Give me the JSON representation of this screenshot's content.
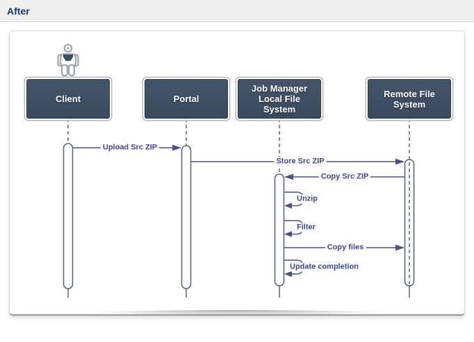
{
  "header": {
    "title": "After"
  },
  "colors": {
    "title_text": "#173a69",
    "box_fill": "#3c4c60",
    "box_text": "#ffffff",
    "message_line": "#63689d",
    "message_arrowhead": "#4b5190",
    "message_text": "#3d45a5",
    "lifeline_stroke": "#5c638c",
    "actor_outline": "#a0a6ad"
  },
  "diagram": {
    "type": "uml-sequence",
    "lifelines": [
      {
        "id": "client",
        "label": "Client",
        "actor": true
      },
      {
        "id": "portal",
        "label": "Portal",
        "actor": false
      },
      {
        "id": "job-manager",
        "label": "Job Manager\nLocal File\nSystem",
        "actor": false
      },
      {
        "id": "remote-file-system",
        "label": "Remote File\nSystem",
        "actor": false
      }
    ],
    "messages": [
      {
        "label": "Upload Src ZIP",
        "from": "client",
        "to": "portal",
        "type": "call"
      },
      {
        "label": "Store Src ZIP",
        "from": "portal",
        "to": "remote-file-system",
        "type": "call"
      },
      {
        "label": "Copy Src ZIP",
        "from": "remote-file-system",
        "to": "job-manager",
        "type": "call"
      },
      {
        "label": "Unzip",
        "on": "job-manager",
        "type": "self"
      },
      {
        "label": "Filter",
        "on": "job-manager",
        "type": "self"
      },
      {
        "label": "Copy files",
        "from": "job-manager",
        "to": "remote-file-system",
        "type": "call"
      },
      {
        "label": "Update completion",
        "on": "job-manager",
        "type": "self"
      }
    ]
  }
}
